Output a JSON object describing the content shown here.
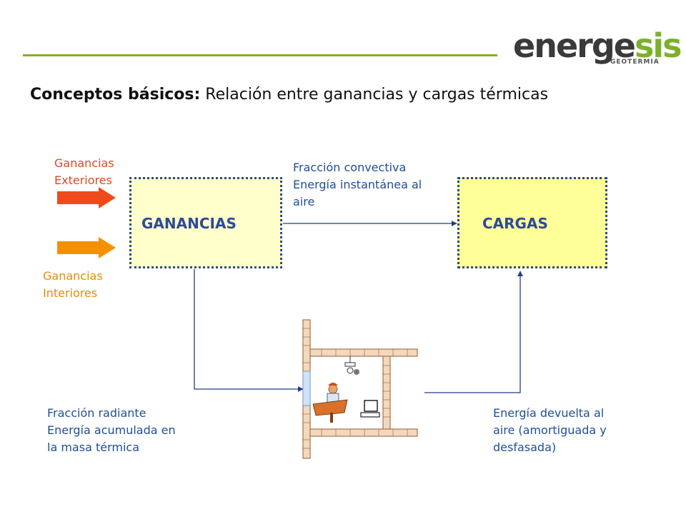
{
  "header": {
    "logo_main": "energe",
    "logo_accent": "sis",
    "logo_sub": "GEOTERMIA"
  },
  "title": {
    "bold": "Conceptos básicos:",
    "rest": " Relación entre ganancias y cargas térmicas"
  },
  "diagram": {
    "ganancias_box": "GANANCIAS",
    "cargas_box": "CARGAS",
    "ext_label": [
      "Ganancias",
      "Exteriores"
    ],
    "int_label": [
      "Ganancias",
      "Interiores"
    ],
    "convective": [
      "Fracción convectiva",
      "Energía instantánea al",
      "aire"
    ],
    "radiant": [
      "Fracción radiante",
      "Energía acumulada en",
      "la masa térmica"
    ],
    "returned": [
      "Energía devuelta al",
      "aire (amortiguada y",
      "desfasada)"
    ]
  },
  "colors": {
    "accent_green": "#7cb02c",
    "line_blue": "#1f3c8c",
    "arrow_red": "#f04a1a",
    "arrow_orange": "#f59000"
  }
}
